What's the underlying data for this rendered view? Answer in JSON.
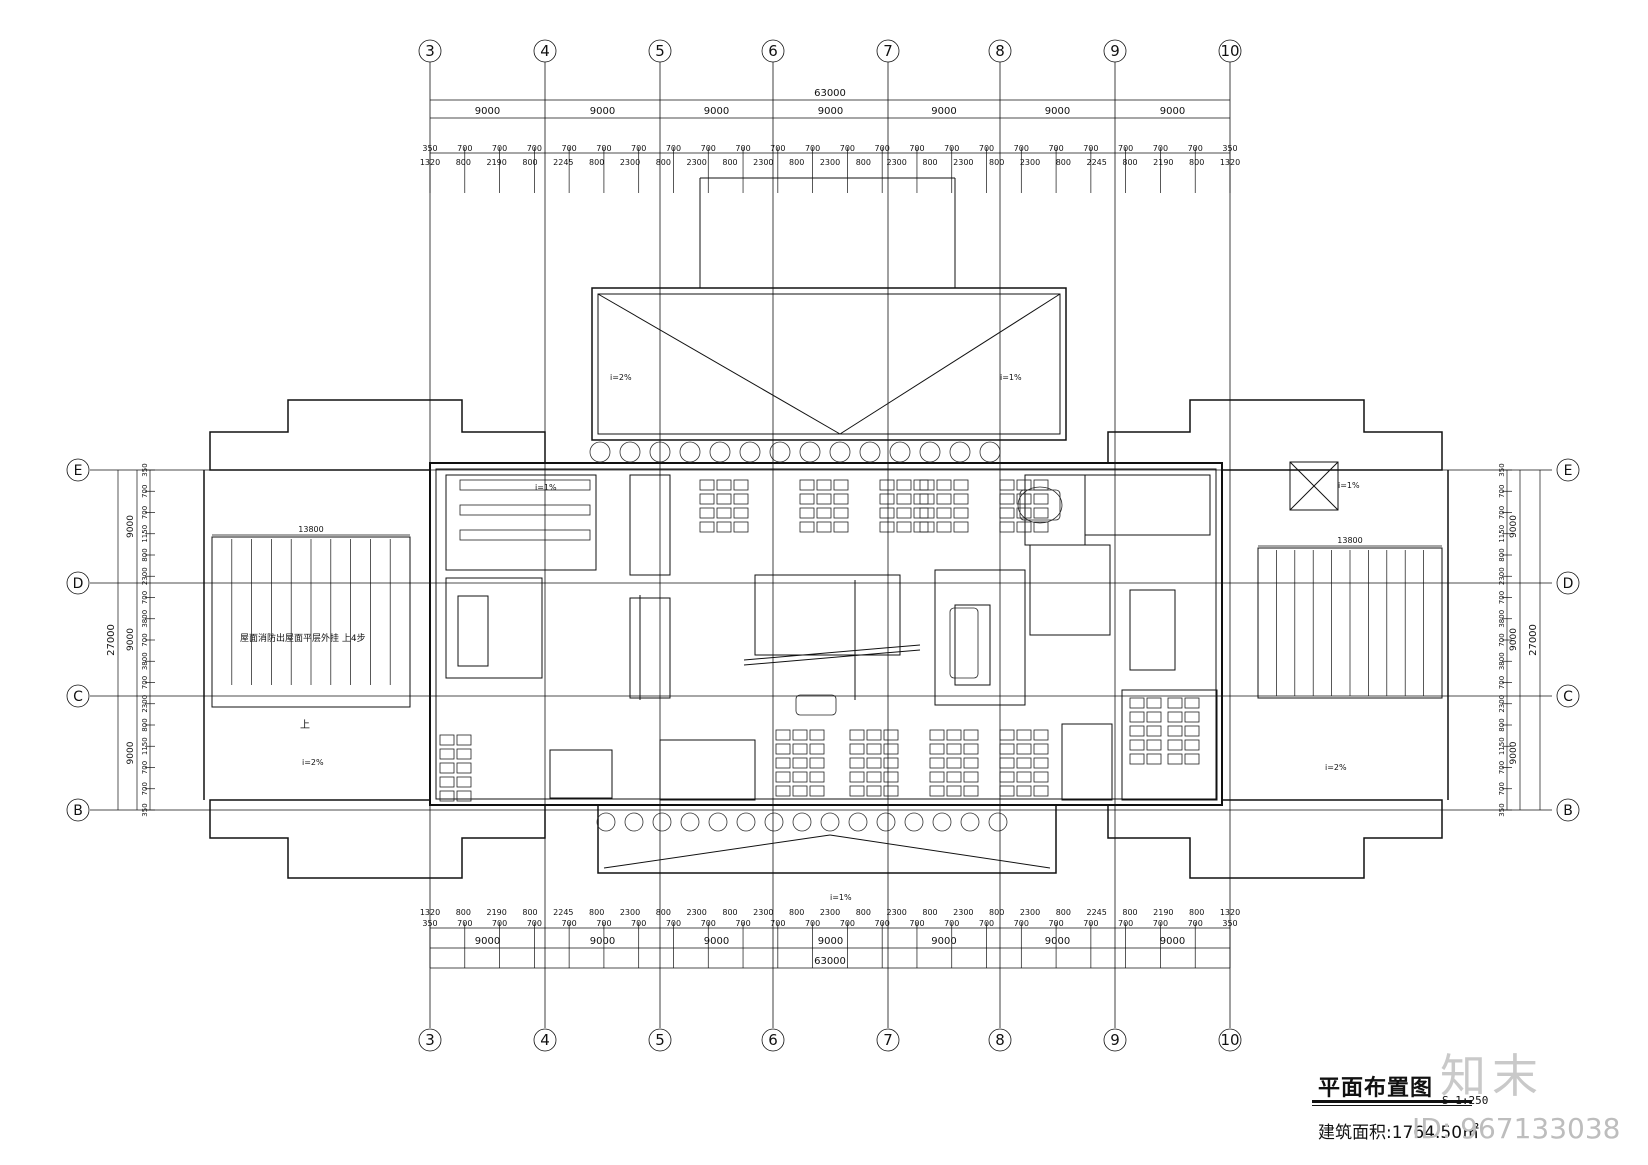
{
  "grid": {
    "columns": [
      "3",
      "4",
      "5",
      "6",
      "7",
      "8",
      "9",
      "10"
    ],
    "rows": [
      "E",
      "D",
      "C",
      "B"
    ]
  },
  "dimensions": {
    "overall_width": "63000",
    "bay_spans": [
      "9000",
      "9000",
      "9000",
      "9000",
      "9000",
      "9000",
      "9000"
    ],
    "overall_depth": "27000",
    "row_spans": [
      "9000",
      "9000",
      "9000"
    ],
    "wing_width": "13800",
    "top_detail_row1": [
      "350",
      "700",
      "700",
      "700",
      "700",
      "700",
      "700",
      "700",
      "700",
      "700",
      "700",
      "700",
      "700",
      "700",
      "700",
      "700",
      "700",
      "700",
      "700",
      "700",
      "700",
      "700",
      "700",
      "350"
    ],
    "top_detail_row2": [
      "1320",
      "800",
      "2190",
      "800",
      "2245",
      "800",
      "2300",
      "800",
      "2300",
      "800",
      "2300",
      "800",
      "2300",
      "800",
      "2300",
      "800",
      "2300",
      "800",
      "2300",
      "800",
      "2245",
      "800",
      "2190",
      "800",
      "1320"
    ],
    "side_detail": [
      "350",
      "700",
      "700",
      "1150",
      "800",
      "2300",
      "700",
      "3800",
      "700",
      "3800",
      "700",
      "2300",
      "800",
      "1150",
      "700",
      "700",
      "350"
    ]
  },
  "annotations": {
    "slope": "i=2%",
    "slope_alt": "i=1%",
    "left_wing_note": "屋面消防出屋面平层外挂 上4步",
    "stair_up": "上"
  },
  "title_block": {
    "title": "平面布置图",
    "scale": "S-1:250",
    "area": "建筑面积:1764.50㎡"
  },
  "watermark": {
    "logo": "知末",
    "id": "ID: 967133038"
  }
}
